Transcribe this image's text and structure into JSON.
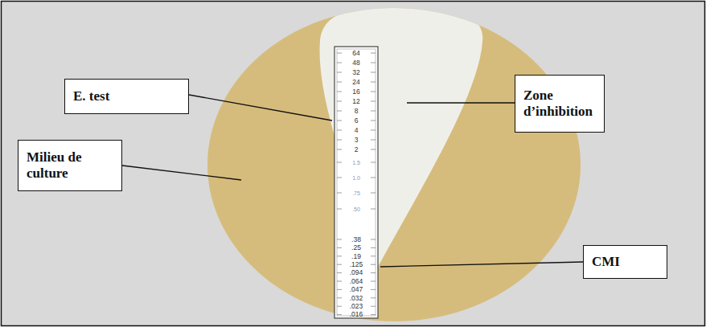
{
  "diagram": {
    "nodes": [
      {
        "text": [
          "E. test"
        ]
      },
      {
        "text": [
          "Zone d’inhibition"
        ]
      },
      {
        "text": [
          "Milieu de culture"
        ]
      },
      {
        "text": [
          "CMI"
        ]
      }
    ],
    "labels": [
      "64",
      "48",
      "32",
      "24",
      "16",
      "12",
      "8",
      "6",
      "4",
      "3",
      "2",
      "1.5",
      "1.0",
      ".75",
      ".50",
      ".38",
      ".25",
      ".19",
      ".125",
      ".094",
      ".064",
      ".047",
      ".032",
      ".023",
      ".016"
    ]
  }
}
